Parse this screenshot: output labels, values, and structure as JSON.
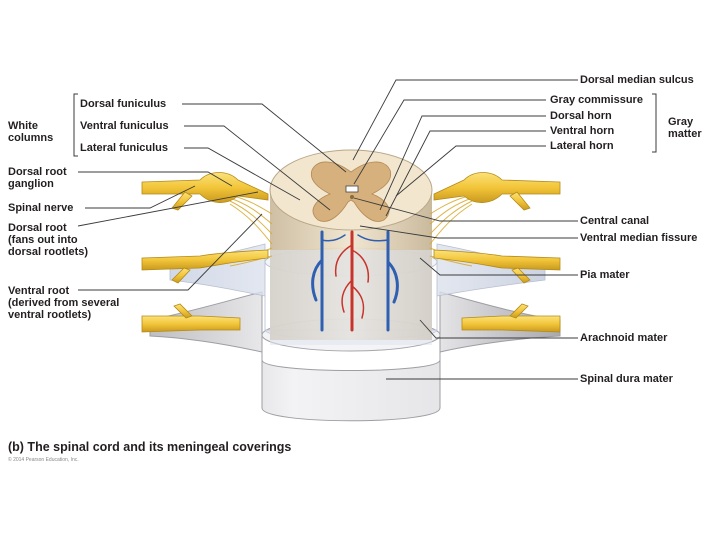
{
  "figure": {
    "caption": "(b) The spinal cord and its meningeal coverings",
    "credit": "© 2014 Pearson Education, Inc.",
    "colors": {
      "nerve": "#f2cc3a",
      "nerve_dark": "#caa020",
      "white_matter": "#f3e6cf",
      "gray_matter": "#d9b585",
      "pia": "#dde3ee",
      "dura": "#e8e8ea",
      "vein": "#2e5fb0",
      "artery": "#c8332b",
      "leader": "#3b3b3b"
    }
  },
  "labels": {
    "white_columns": "White\ncolumns",
    "dorsal_funiculus": "Dorsal funiculus",
    "ventral_funiculus": "Ventral funiculus",
    "lateral_funiculus": "Lateral funiculus",
    "dorsal_root_ganglion": "Dorsal root\nganglion",
    "spinal_nerve": "Spinal nerve",
    "dorsal_root": "Dorsal root\n(fans out into\ndorsal rootlets)",
    "ventral_root": "Ventral root\n(derived from several\nventral rootlets)",
    "dorsal_median_sulcus": "Dorsal median sulcus",
    "gray_commissure": "Gray commissure",
    "dorsal_horn": "Dorsal horn",
    "ventral_horn": "Ventral horn",
    "lateral_horn": "Lateral horn",
    "gray_matter": "Gray\nmatter",
    "central_canal": "Central canal",
    "ventral_median_fissure": "Ventral median fissure",
    "pia_mater": "Pia mater",
    "arachnoid_mater": "Arachnoid mater",
    "spinal_dura_mater": "Spinal dura mater"
  }
}
